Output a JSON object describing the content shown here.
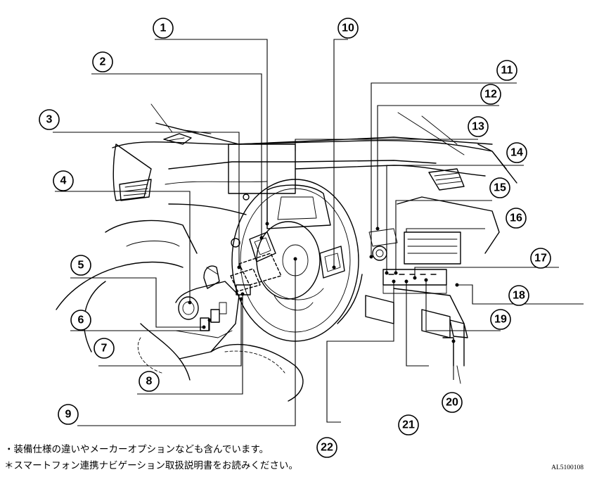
{
  "callouts": [
    {
      "num": "1",
      "label_text": "①"
    },
    {
      "num": "2",
      "label_text": "②"
    },
    {
      "num": "3",
      "label_text": "③"
    },
    {
      "num": "4",
      "label_text": "④"
    },
    {
      "num": "5",
      "label_text": "⑤"
    },
    {
      "num": "6",
      "label_text": "⑥"
    },
    {
      "num": "7",
      "label_text": "⑦"
    },
    {
      "num": "8",
      "label_text": "⑧"
    },
    {
      "num": "9",
      "label_text": "⑨"
    },
    {
      "num": "10",
      "label_text": "⑩"
    },
    {
      "num": "11",
      "label_text": "⑪"
    },
    {
      "num": "12",
      "label_text": "⑫"
    },
    {
      "num": "13",
      "label_text": "⑬"
    },
    {
      "num": "14",
      "label_text": "⑭"
    },
    {
      "num": "15",
      "label_text": "⑮"
    },
    {
      "num": "16",
      "label_text": "⑯"
    },
    {
      "num": "17",
      "label_text": "⑰"
    },
    {
      "num": "18",
      "label_text": "⑱"
    },
    {
      "num": "19",
      "label_text": "⑲"
    },
    {
      "num": "20",
      "label_text": "⑳"
    },
    {
      "num": "21",
      "label_text": "㉑"
    },
    {
      "num": "22",
      "label_text": "㉒"
    }
  ],
  "notes": {
    "line1": "・装備仕様の違いやメーカーオプションなども含んでいます。",
    "line1_ref": "22",
    "line2": "＊スマートフォン連携ナビゲーション取扱説明書をお読みください。"
  },
  "figure_id": "AL5100108"
}
